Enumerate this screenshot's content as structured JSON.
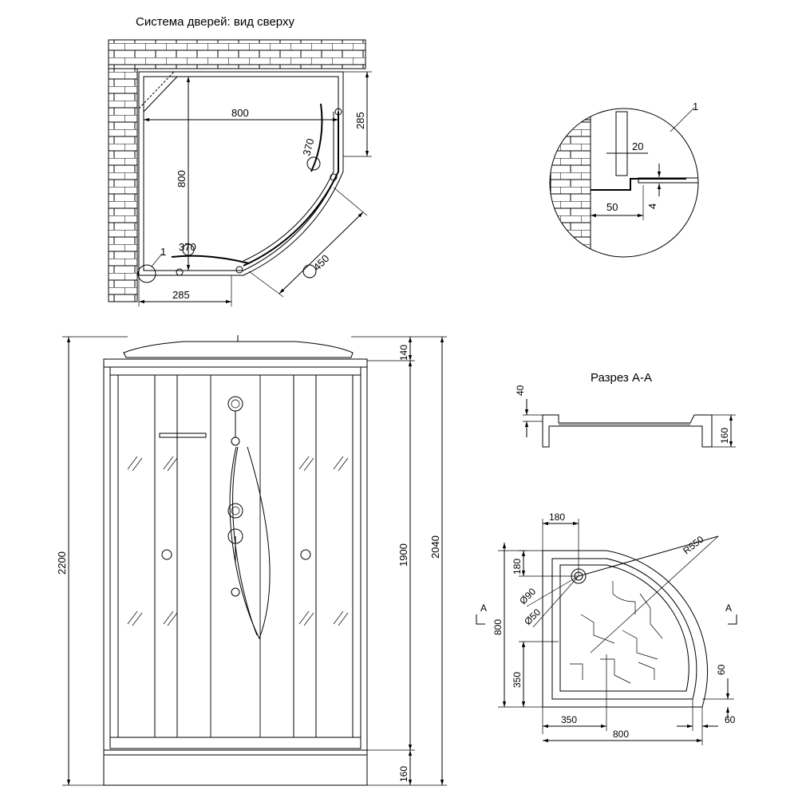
{
  "titles": {
    "door_system": "Система дверей: вид сверху",
    "section": "Разрез А-А"
  },
  "top_view": {
    "width": "800",
    "depth": "800",
    "side_top": "285",
    "side_bottom": "285",
    "door_right": "370",
    "door_bottom": "370",
    "diagonal": "450",
    "callout": "1"
  },
  "detail": {
    "callout": "1",
    "gap": "20",
    "offset": "50",
    "thickness": "4"
  },
  "front_view": {
    "total_height": "2200",
    "cabin_height": "1900",
    "tray_to_roof": "2040",
    "roof": "140",
    "tray": "160"
  },
  "section": {
    "rim": "40",
    "height": "160"
  },
  "tray_plan": {
    "drain_offset_x": "180",
    "drain_offset_y": "180",
    "radius": "R550",
    "drain_outer": "Ø90",
    "drain_inner": "Ø50",
    "size_x": "800",
    "size_y": "800",
    "straight_x": "350",
    "straight_y": "350",
    "lip_right": "60",
    "lip_bottom": "60",
    "section_mark_left": "A",
    "section_mark_right": "A"
  }
}
